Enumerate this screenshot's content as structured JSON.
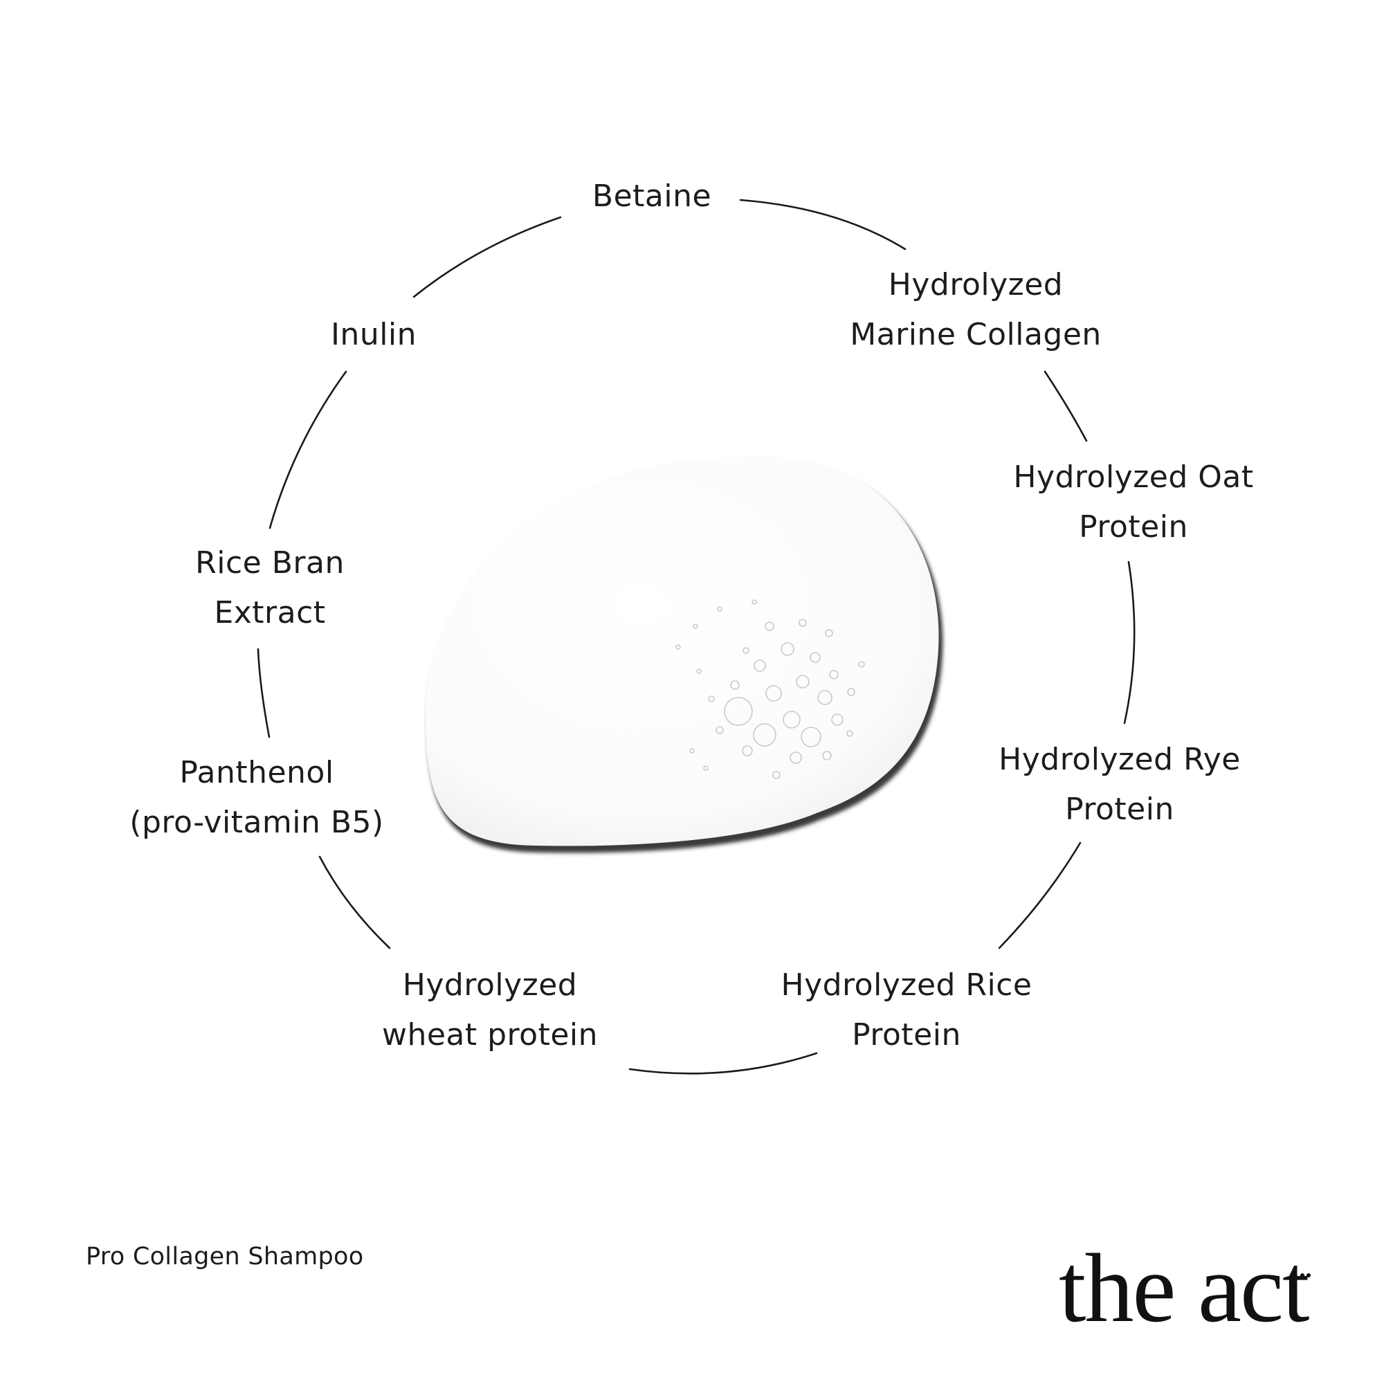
{
  "ingredients": [
    {
      "id": "betaine",
      "lines": [
        "Betaine"
      ]
    },
    {
      "id": "marine-collagen",
      "lines": [
        "Hydrolyzed",
        "Marine Collagen"
      ]
    },
    {
      "id": "oat-protein",
      "lines": [
        "Hydrolyzed Oat",
        "Protein"
      ]
    },
    {
      "id": "rye-protein",
      "lines": [
        "Hydrolyzed Rye",
        "Protein"
      ]
    },
    {
      "id": "rice-protein",
      "lines": [
        "Hydrolyzed Rice",
        "Protein"
      ]
    },
    {
      "id": "wheat-protein",
      "lines": [
        "Hydrolyzed",
        "wheat protein"
      ]
    },
    {
      "id": "panthenol",
      "lines": [
        "Panthenol",
        "(pro-vitamin B5)"
      ]
    },
    {
      "id": "rice-bran",
      "lines": [
        "Rice Bran",
        "Extract"
      ]
    },
    {
      "id": "inulin",
      "lines": [
        "Inulin"
      ]
    }
  ],
  "product": {
    "name": "Pro Collagen Shampoo"
  },
  "brand": {
    "logo_text": "the act"
  },
  "colors": {
    "text": "#1c1c1c",
    "ring": "#1a1a1a",
    "background": "#ffffff"
  }
}
